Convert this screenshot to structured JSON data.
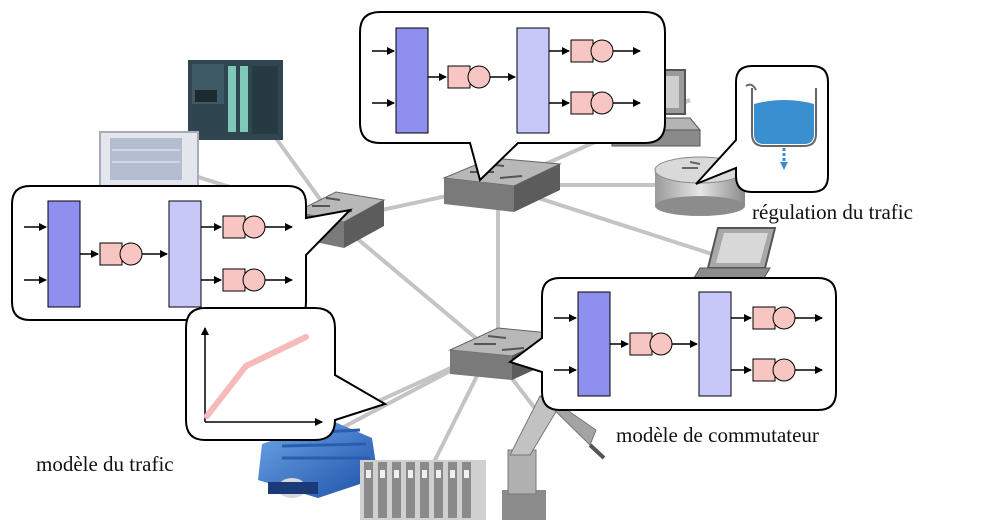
{
  "labels": {
    "traffic_regulation": "régulation du trafic",
    "switch_model": "modèle de commutateur",
    "traffic_model": "modèle du trafic"
  },
  "colors": {
    "link": "#c4c4c4",
    "input_buffer": "#8f8ff0",
    "output_buffer": "#c8c8f8",
    "server": "#f7c6c2",
    "switch_top": "#b8b8b8",
    "switch_front": "#7a7a7a",
    "traffic_curve": "#f7b9b9",
    "water": "#3a8fd0"
  },
  "icons": {
    "plc": "plc-icon",
    "hmi_panel": "hmi-panel-icon",
    "computer": "desktop-computer-icon",
    "router": "router-icon",
    "laptop": "laptop-icon",
    "motor": "electric-motor-icon",
    "io_modules": "io-modules-icon",
    "robot_arm": "robot-arm-icon"
  }
}
